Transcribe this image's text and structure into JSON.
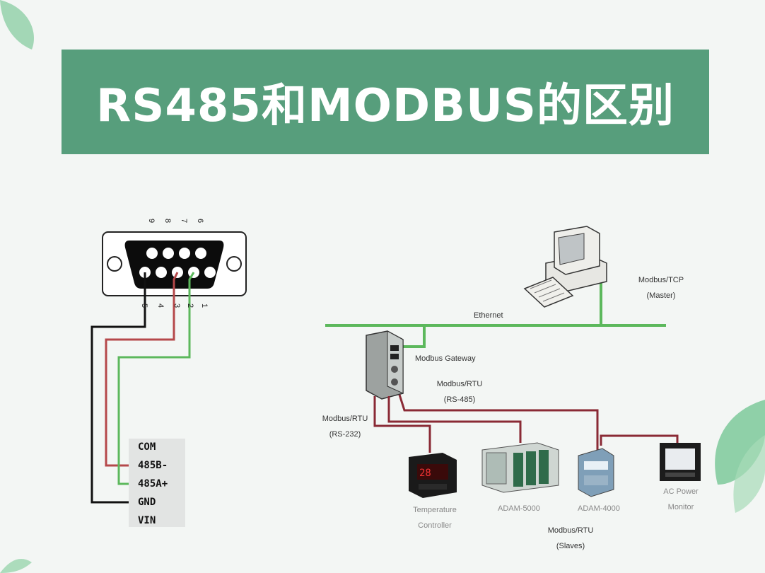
{
  "title": "RS485和MODBUS的区别",
  "connector": {
    "top_pins": [
      "9",
      "8",
      "7",
      "6"
    ],
    "bottom_pins": [
      "5",
      "4",
      "3",
      "2",
      "1"
    ]
  },
  "terminal": {
    "labels": [
      "COM",
      "485B-",
      "485A+",
      "GND",
      "VIN"
    ]
  },
  "network": {
    "ethernet": "Ethernet",
    "master_line1": "Modbus/TCP",
    "master_line2": "(Master)",
    "gateway": "Modbus  Gateway",
    "rtu485_line1": "Modbus/RTU",
    "rtu485_line2": "(RS-485)",
    "rtu232_line1": "Modbus/RTU",
    "rtu232_line2": "(RS-232)",
    "temp_line1": "Temperature",
    "temp_line2": "Controller",
    "adam5000": "ADAM-5000",
    "adam4000": "ADAM-4000",
    "acpower_line1": "AC Power",
    "acpower_line2": "Monitor",
    "slaves_line1": "Modbus/RTU",
    "slaves_line2": "(Slaves)"
  },
  "colors": {
    "banner": "#579e7c",
    "green_wire": "#5cb85c",
    "red_wire": "#b5484a",
    "black_wire": "#111111",
    "bus_red": "#8a2a35"
  }
}
